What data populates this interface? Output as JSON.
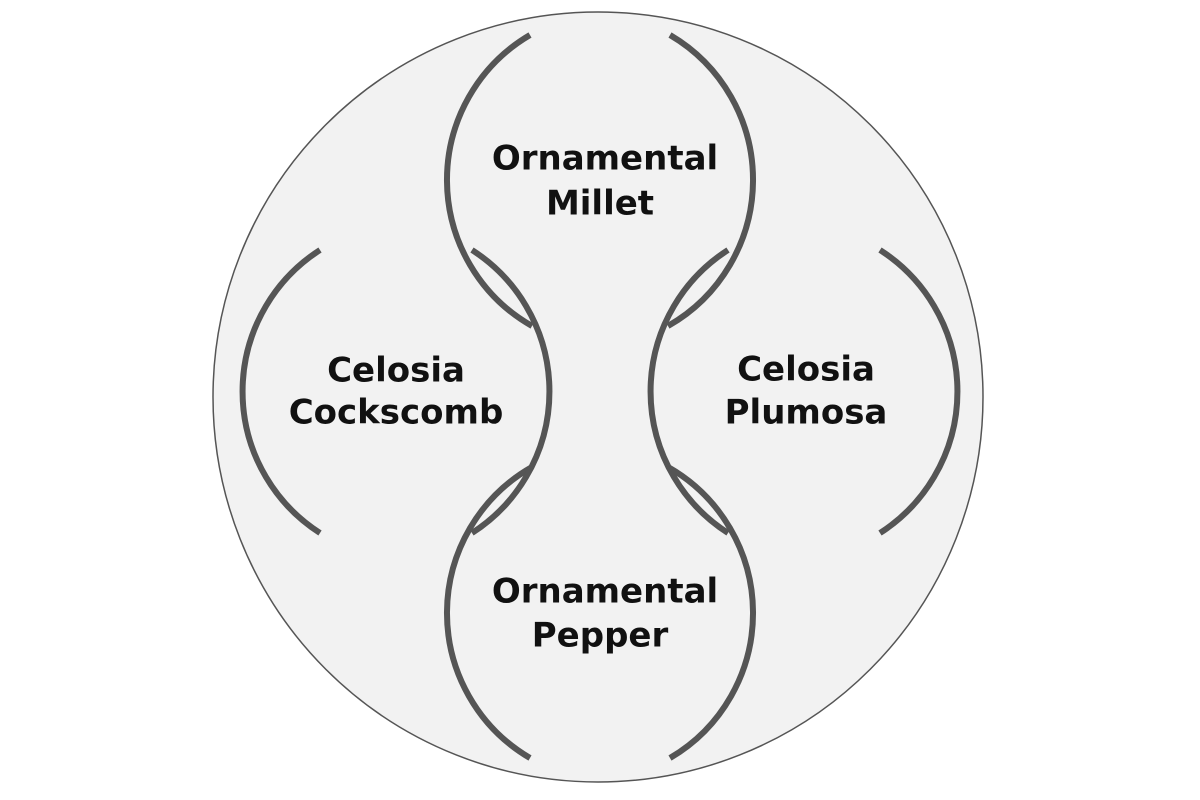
{
  "colors": {
    "background": "#ffffff",
    "outer_circle_fill": "#f2f2f2",
    "outer_circle_stroke": "#555555",
    "arc_stroke": "#555555",
    "text": "#111111"
  },
  "nodes": {
    "top": {
      "line1": "Ornamental",
      "line2": "Millet"
    },
    "left": {
      "line1": "Celosia",
      "line2": "Cockscomb"
    },
    "right": {
      "line1": "Celosia",
      "line2": "Plumosa"
    },
    "bottom": {
      "line1": "Ornamental",
      "line2": "Pepper"
    }
  }
}
